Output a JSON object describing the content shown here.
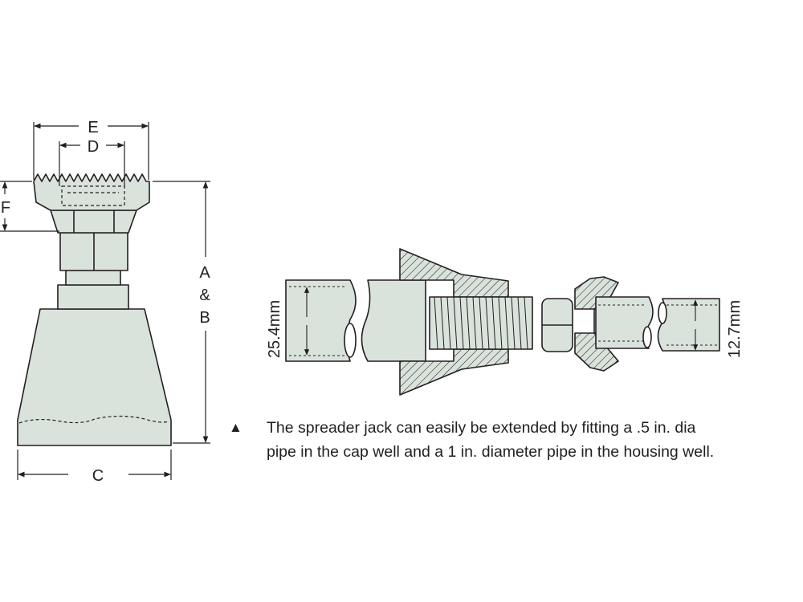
{
  "labels": {
    "e": "E",
    "d": "D",
    "f": "F",
    "c": "C",
    "ab_line1": "A",
    "ab_line2": "&",
    "ab_line3": "B",
    "pipe_large": "25.4mm",
    "pipe_small": "12.7mm"
  },
  "note": {
    "bullet": "▲",
    "line1": "The spreader jack can easily be extended by fitting a .5 in. dia",
    "line2": "pipe in the cap well and a 1 in. diameter pipe in the housing well."
  },
  "colors": {
    "fill": "#d9e3dc",
    "stroke": "#231f20",
    "text": "#231f20"
  }
}
